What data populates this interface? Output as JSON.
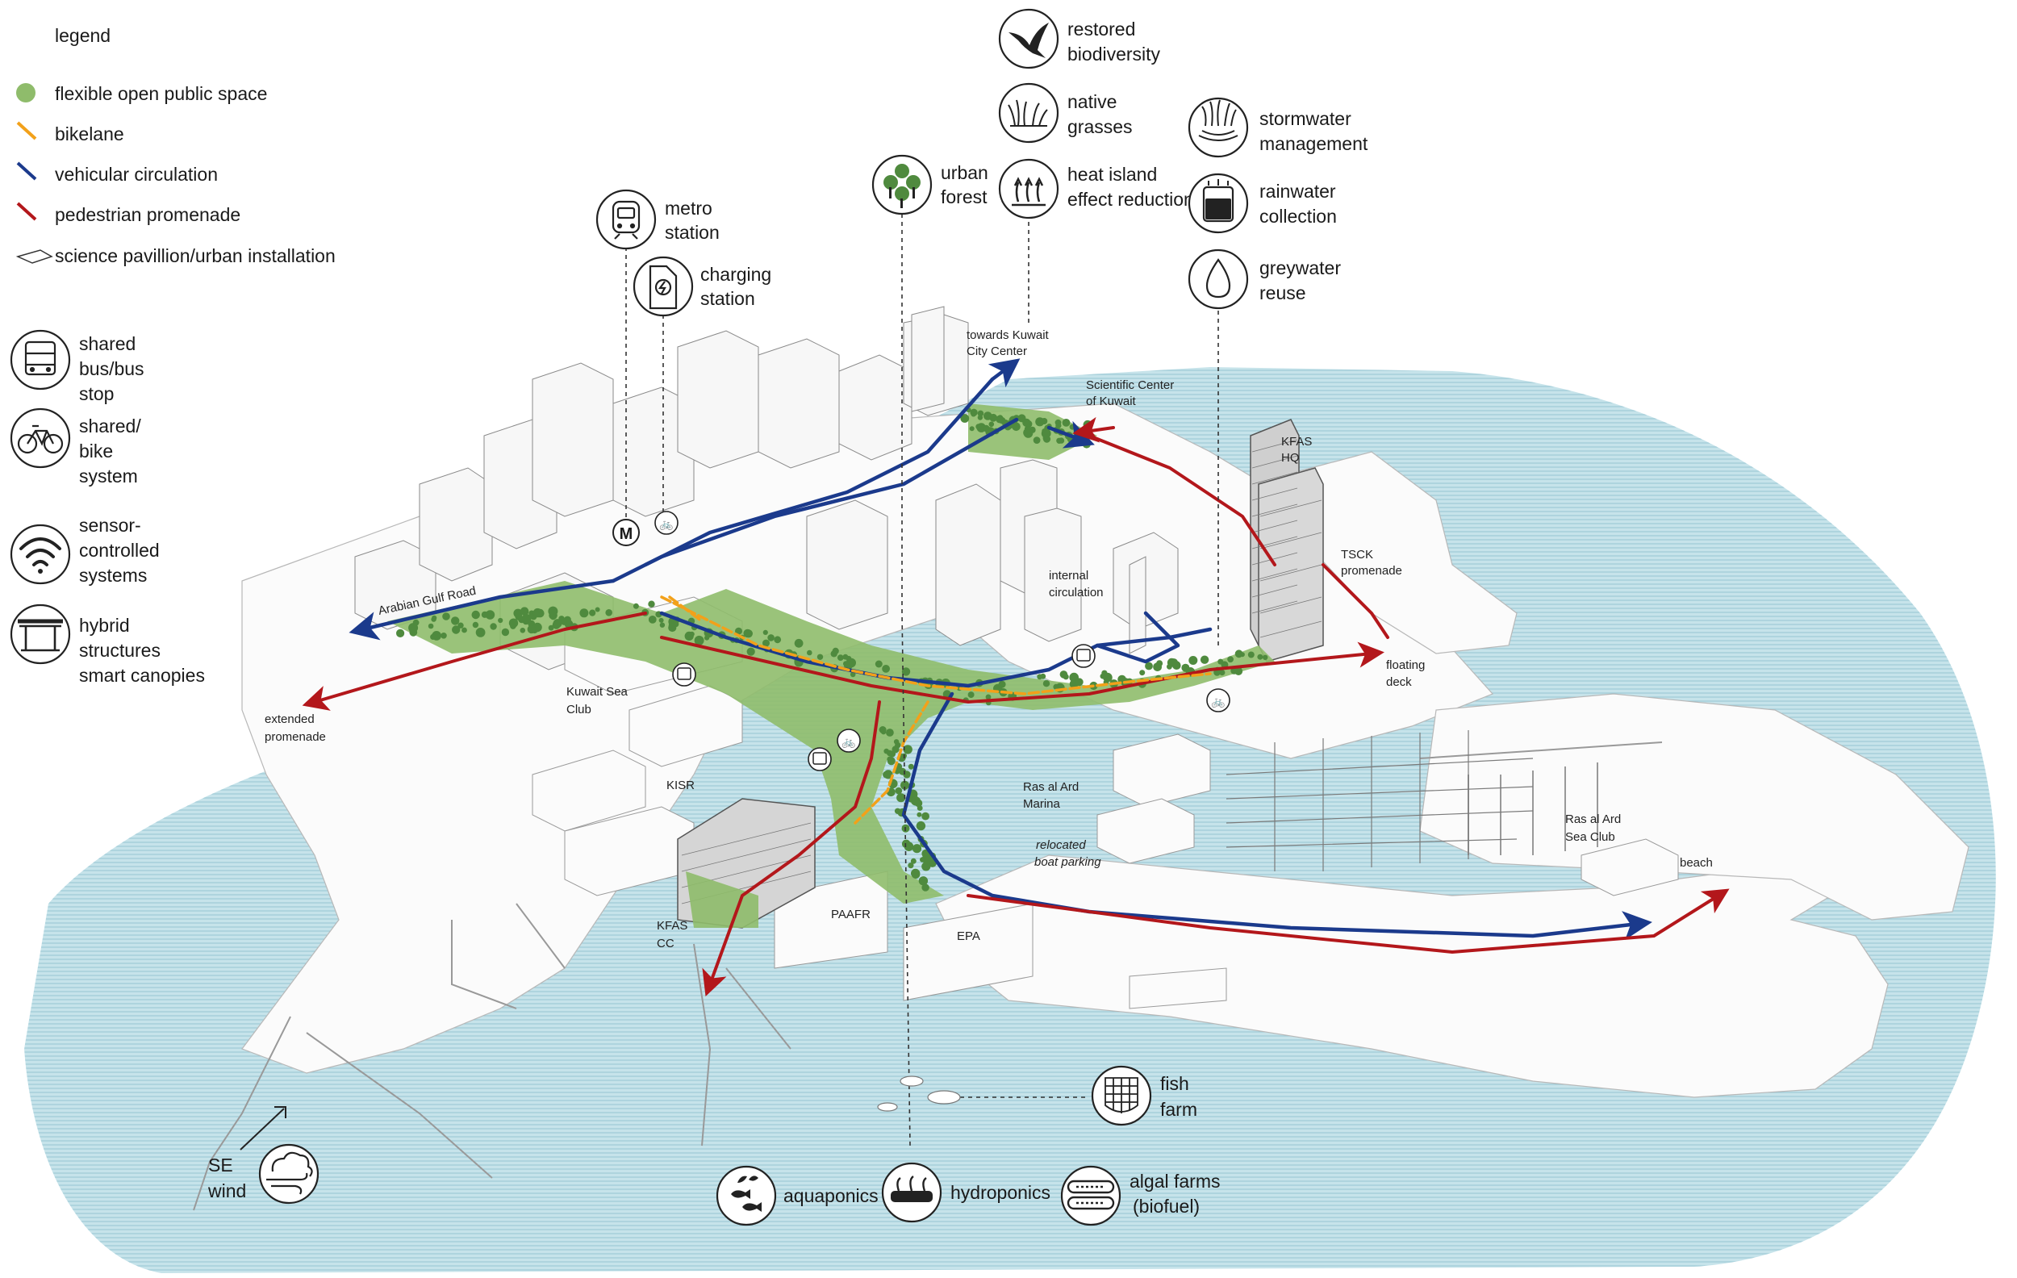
{
  "legend": {
    "title": "legend",
    "items": [
      {
        "label": "flexible open public space",
        "symbol": "green-dot",
        "color": "#8fbc6b"
      },
      {
        "label": "bikelane",
        "symbol": "line",
        "color": "#f2a11a"
      },
      {
        "label": "vehicular circulation",
        "symbol": "line",
        "color": "#1b3a8c"
      },
      {
        "label": "pedestrian promenade",
        "symbol": "line",
        "color": "#b3171b"
      },
      {
        "label": "science pavillion/urban installation",
        "symbol": "outline-shape",
        "color": "#333333"
      }
    ],
    "systems": [
      {
        "icon": "bus-icon",
        "lines": [
          "shared",
          "bus/bus",
          "stop"
        ]
      },
      {
        "icon": "bike-icon",
        "lines": [
          "shared/",
          "bike",
          "system"
        ]
      },
      {
        "icon": "wifi-icon",
        "lines": [
          "sensor-",
          "controlled",
          "systems"
        ]
      },
      {
        "icon": "canopy-icon",
        "lines": [
          "hybrid",
          "structures",
          "smart canopies"
        ]
      }
    ]
  },
  "callouts": {
    "metro": {
      "icon": "metro-train-icon",
      "lines": [
        "metro",
        "station"
      ]
    },
    "charging": {
      "icon": "charging-plug-icon",
      "lines": [
        "charging",
        "station"
      ]
    },
    "forest": {
      "icon": "tree-icon",
      "lines": [
        "urban",
        "forest"
      ]
    },
    "biodiversity": {
      "icon": "bird-icon",
      "lines": [
        "restored",
        "biodiversity"
      ]
    },
    "grasses": {
      "icon": "grass-icon",
      "lines": [
        "native",
        "grasses"
      ]
    },
    "heat": {
      "icon": "heat-arrows-icon",
      "lines": [
        "heat island",
        "effect reduction"
      ]
    },
    "stormwater": {
      "icon": "stormwater-icon",
      "lines": [
        "stormwater",
        "management"
      ]
    },
    "rainwater": {
      "icon": "rain-tank-icon",
      "lines": [
        "rainwater",
        "collection"
      ]
    },
    "greywater": {
      "icon": "water-drop-icon",
      "lines": [
        "greywater",
        "reuse"
      ]
    },
    "fish": {
      "icon": "fish-net-icon",
      "lines": [
        "fish",
        "farm"
      ]
    },
    "aquaponics": {
      "icon": "fish-plant-icon",
      "label": "aquaponics"
    },
    "hydroponics": {
      "icon": "hydroponic-tray-icon",
      "label": "hydroponics"
    },
    "algal": {
      "icon": "algae-tube-icon",
      "lines": [
        "algal farms",
        "(biofuel)"
      ]
    },
    "wind": {
      "icon": "wind-cloud-icon",
      "lines": [
        "SE",
        "wind"
      ]
    }
  },
  "map_labels": {
    "towards_kuwait": [
      "towards Kuwait",
      "City Center"
    ],
    "scientific_center": [
      "Scientific Center",
      "of Kuwait"
    ],
    "kfas_hq": [
      "KFAS",
      "HQ"
    ],
    "tsck": [
      "TSCK",
      "promenade"
    ],
    "floating_deck": [
      "floating",
      "deck"
    ],
    "arabian_gulf_road": "Arabian Gulf Road",
    "internal_circulation": [
      "internal",
      "circulation"
    ],
    "kuwait_sea_club": [
      "Kuwait Sea",
      "Club"
    ],
    "extended_promenade": [
      "extended",
      "promenade"
    ],
    "kisr": "KISR",
    "ras_marina": [
      "Ras al Ard",
      "Marina"
    ],
    "relocated_boat": [
      "relocated",
      "boat parking"
    ],
    "ras_sea_club": [
      "Ras al Ard",
      "Sea Club"
    ],
    "beach": "beach",
    "kfas_cc": [
      "KFAS",
      "CC"
    ],
    "paafr": "PAAFR",
    "epa": "EPA",
    "metro_marker": "M"
  },
  "colors": {
    "sea": "#bcdde6",
    "sea_line": "#9ccad6",
    "green": "#8fbc6b",
    "tree": "#4f8a3e",
    "vehicular": "#1b3a8c",
    "pedestrian": "#b3171b",
    "bike": "#f2a11a"
  }
}
